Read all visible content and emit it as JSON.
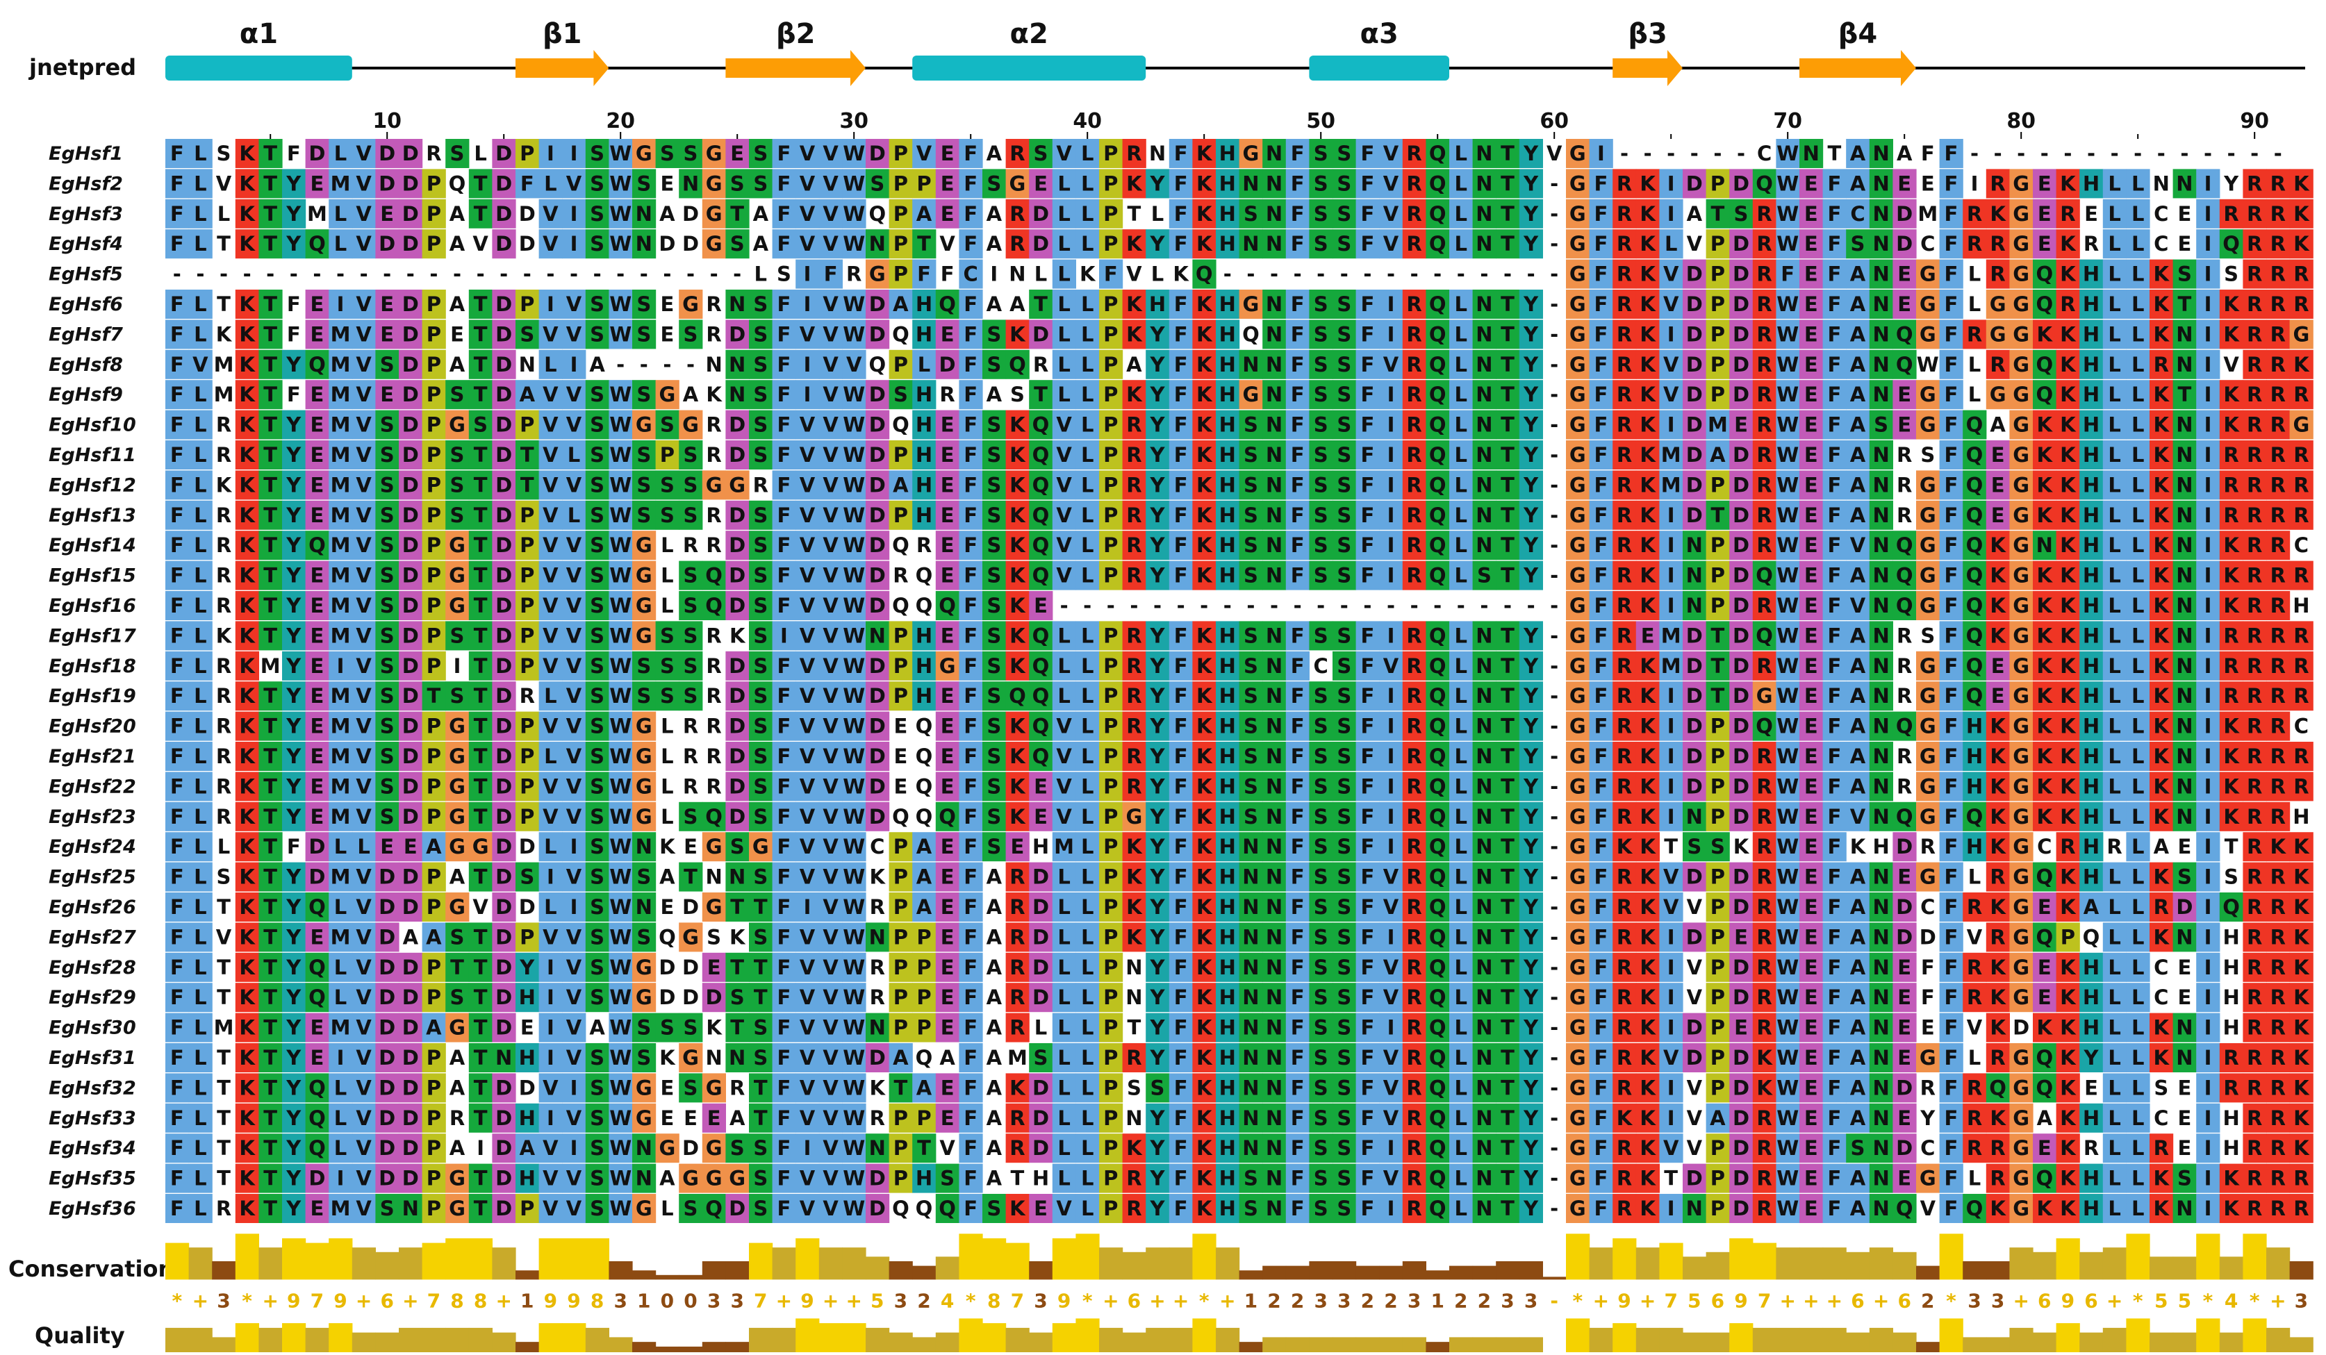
{
  "tracks": {
    "jnetpred": "jnetpred",
    "conservation": "Conservation",
    "quality": "Quality"
  },
  "secondary_structure": [
    {
      "type": "helix",
      "label": "α1",
      "start": 1,
      "end": 8
    },
    {
      "type": "strand",
      "label": "β1",
      "start": 16,
      "end": 19
    },
    {
      "type": "strand",
      "label": "β2",
      "start": 25,
      "end": 30
    },
    {
      "type": "helix",
      "label": "α2",
      "start": 33,
      "end": 42
    },
    {
      "type": "helix",
      "label": "α3",
      "start": 50,
      "end": 55
    },
    {
      "type": "strand",
      "label": "β3",
      "start": 63,
      "end": 65
    },
    {
      "type": "strand",
      "label": "β4",
      "start": 71,
      "end": 75
    }
  ],
  "ruler": [
    "10",
    "20",
    "30",
    "40",
    "50",
    "60",
    "70",
    "80",
    "90"
  ],
  "ruler_positions": [
    10,
    20,
    30,
    40,
    50,
    60,
    70,
    80,
    90
  ],
  "sequences": [
    {
      "name": "EgHsf1",
      "seq": "FLSKTFDLVDDRSLDPIISWGSSGESFVVWDPVEFARSVLPRNFKHGNFSSFVRQLNTYVGI------CWNTANAFF--------------"
    },
    {
      "name": "EgHsf2",
      "seq": "FLVKTYEMVDDPQTDFLVSWSENGSSFVVWSPPEFSGELLPKYFKHNNFSSFVRQLNTY-GFRKIDPDQWEFANEEFIRGEKHLLNNIYRRK"
    },
    {
      "name": "EgHsf3",
      "seq": "FLLKTYMLVEDPATDDVISWNADGTAFVVWQPAEFARDLLPTLFKHSNFSSFVRQLNTY-GFRKIATSRWEFCNDMFRKGERELLCEIRRRK"
    },
    {
      "name": "EgHsf4",
      "seq": "FLTKTYQLVDDPAVDDVISWNDDGSAFVVWNPTVFARDLLPKYFKHNNFSSFVRQLNTY-GFRKLVPDRWEFSNDCFRRGEKRLLCEIQRRK"
    },
    {
      "name": "EgHsf5",
      "seq": "-------------------------LSIFRGPFFCINLLKFVLKQ---------------GFRKVDPDRFEFANEGFLRGQKHLLKSISRRR"
    },
    {
      "name": "EgHsf6",
      "seq": "FLTKTFEIVEDPATDPIVSWSEGRNSFIVWDAHQFAATLLPKHFKHGNFSSFIRQLNTY-GFRKVDPDRWEFANEGFLGGQRHLLKTIKRRR"
    },
    {
      "name": "EgHsf7",
      "seq": "FLKKTFEMVEDPETDSVVSWSESRDSFVVWDQHEFSKDLLPKYFKHQNFSSFIRQLNTY-GFRKIDPDRWEFANQGFRGGKKHLLKNIKRRG"
    },
    {
      "name": "EgHsf8",
      "seq": "FVMKTYQMVSDPATDNLIA----NNSFIVVQPLDFSQRLLPAYFKHNNFSSFVRQLNTY-GFRKVDPDRWEFANQWFLRGQKHLLRNIVRRK"
    },
    {
      "name": "EgHsf9",
      "seq": "FLMKTFEMVEDPSTDAVVSWSGAKNSFIVWDSHRFASTLLPKYFKHGNFSSFIRQLNTY-GFRKVDPDRWEFANEGFLGGQKHLLKTIKRRR"
    },
    {
      "name": "EgHsf10",
      "seq": "FLRKTYEMVSDPGSDPVVSWGSGRDSFVVWDQHEFSKQVLPRYFKHSNFSSFIRQLNTY-GFRKIDMERWEFASEGFQAGKKHLLKNIKRRG"
    },
    {
      "name": "EgHsf11",
      "seq": "FLRKTYEMVSDPSTDTVLSWSPSRDSFVVWDPHEFSKQVLPRYFKHSNFSSFIRQLNTY-GFRKMDADRWEFANRSFQEGKKHLLKNIRRRR"
    },
    {
      "name": "EgHsf12",
      "seq": "FLKKTYEMVSDPSTDTVVSWSSSGGRFVVWDAHEFSKQVLPRYFKHSNFSSFIRQLNTY-GFRKMDPDRWEFANRGFQEGKKHLLKNIRRRR"
    },
    {
      "name": "EgHsf13",
      "seq": "FLRKTYEMVSDPSTDPVLSWSSSRDSFVVWDPHEFSKQVLPRYFKHSNFSSFIRQLNTY-GFRKIDTDRWEFANRGFQEGKKHLLKNIRRRR"
    },
    {
      "name": "EgHsf14",
      "seq": "FLRKTYQMVSDPGTDPVVSWGLRRDSFVVWDQREFSKQVLPRYFKHSNFSSFIRQLNTY-GFRKINPDRWEFVNQGFQKGNKHLLKNIKRRC"
    },
    {
      "name": "EgHsf15",
      "seq": "FLRKTYEMVSDPGTDPVVSWGLSQDSFVVWDRQEFSKQVLPRYFKHSNFSSFIRQLSTY-GFRKINPDQWEFANQGFQKGKKHLLKNIKRRR"
    },
    {
      "name": "EgHsf16",
      "seq": "FLRKTYEMVSDPGTDPVVSWGLSQDSFVVWDQQQFSKE----------------------GFRKINPDRWEFVNQGFQKGKKHLLKNIKRRH"
    },
    {
      "name": "EgHsf17",
      "seq": "FLKKTYEMVSDPSTDPVVSWGSSRKSIVVWNPHEFSKQLLPRYFKHSNFSSFIRQLNTY-GFREMDTDQWEFANRSFQKGKKHLLKNIRRRR"
    },
    {
      "name": "EgHsf18",
      "seq": "FLRKMYEIVSDPITDPVVSWSSSRDSFVVWDPHGFSKQLLPRYFKHSNFCSFVRQLNTY-GFRKMDTDRWEFANRGFQEGKKHLLKNIRRRR"
    },
    {
      "name": "EgHsf19",
      "seq": "FLRKTYEMVSDTSTDRLVSWSSSRDSFVVWDPHEFSQQLLPRYFKHSNFSSFIRQLNTY-GFRKIDTDGWEFANRGFQEGKKHLLKNIRRRR"
    },
    {
      "name": "EgHsf20",
      "seq": "FLRKTYEMVSDPGTDPVVSWGLRRDSFVVWDEQEFSKQVLPRYFKHSNFSSFIRQLNTY-GFRKIDPDQWEFANQGFHKGKKHLLKNIKRRC"
    },
    {
      "name": "EgHsf21",
      "seq": "FLRKTYEMVSDPGTDPLVSWGLRRDSFVVWDEQEFSKQVLPRYFKHSNFSSFIRQLNTY-GFRKIDPDRWEFANRGFHKGKKHLLKNIKRRR"
    },
    {
      "name": "EgHsf22",
      "seq": "FLRKTYEMVSDPGTDPVVSWGLRRDSFVVWDEQEFSKEVLPRYFKHSNFSSFIRQLNTY-GFRKIDPDRWEFANRGFHKGKKHLLKNIKRRR"
    },
    {
      "name": "EgHsf23",
      "seq": "FLRKTYEMVSDPGTDPVVSWGLSQDSFVVWDQQQFSKEVLPGYFKHSNFSSFIRQLNTY-GFRKINPDRWEFVNQGFQKGKKHLLKNIKRRH"
    },
    {
      "name": "EgHsf24",
      "seq": "FLLKTFDLLEEAGGDDLISWNKEGSGFVVWCPAEFSEHMLPKYFKHNNFSSFIRQLNTY-GFKKTSSKRWEFKHDRFHKGCRHRLAEITRKK"
    },
    {
      "name": "EgHsf25",
      "seq": "FLSKTYDMVDDPATDSIVSWSATNNSFVVWKPAEFARDLLPKYFKHNNFSSFVRQLNTY-GFRKVDPDRWEFANEGFLRGQKHLLKSISRRK"
    },
    {
      "name": "EgHsf26",
      "seq": "FLTKTYQLVDDPGVDDLISWNEDGTTFIVWRPAEFARDLLPKYFKHNNFSSFVRQLNTY-GFRKVVPDRWEFANDCFRKGEKALLRDIQRRK"
    },
    {
      "name": "EgHsf27",
      "seq": "FLVKTYEMVDAASTDPVVSWSQGSKSFVVWNPPEFARDLLPKYFKHNNFSSFIRQLNTY-GFRKIDPERWEFANDDFVRGQPQLLKNIHRRK"
    },
    {
      "name": "EgHsf28",
      "seq": "FLTKTYQLVDDPTTDYIVSWGDDETTFVVWRPPEFARDLLPNYFKHNNFSSFVRQLNTY-GFRKIVPDRWEFANEFFRKGEKHLLCEIHRRK"
    },
    {
      "name": "EgHsf29",
      "seq": "FLTKTYQLVDDPSTDHIVSWGDDDSTFVVWRPPEFARDLLPNYFKHNNFSSFVRQLNTY-GFRKIVPDRWEFANEFFRKGEKHLLCEIHRRK"
    },
    {
      "name": "EgHsf30",
      "seq": "FLMKTYEMVDDAGTDEIVAWSSSKTSFVVWNPPEFARLLLPTYFKHNNFSSFIRQLNTY-GFRKIDPERWEFANEEFVKDKKHLLKNIHRRK"
    },
    {
      "name": "EgHsf31",
      "seq": "FLTKTYEIVDDPATNHIVSWSKGNNSFVVWDAQAFAMSLLPRYFKHNNFSSFVRQLNTY-GFRKVDPDKWEFANEGFLRGQKYLLKNIRRRK"
    },
    {
      "name": "EgHsf32",
      "seq": "FLTKTYQLVDDPATDDVISWGESGRTFVVWKTAEFAKDLLPSSFKHNNFSSFVRQLNTY-GFRKIVPDKWEFANDRFRQGQKELLSEIRRRK"
    },
    {
      "name": "EgHsf33",
      "seq": "FLTKTYQLVDDPRTDHIVSWGEEEATFVVWRPPEFARDLLPNYFKHNNFSSFVRQLNTY-GFKKIVADRWEFANEYFRKGAKHLLCEIHRRK"
    },
    {
      "name": "EgHsf34",
      "seq": "FLTKTYQLVDDPAIDAVISWNGDGSSFIVWNPTVFARDLLPKYFKHNNFSSFIRQLNTY-GFRKVVPDRWEFSNDCFRRGEKRLLREIHRRK"
    },
    {
      "name": "EgHsf35",
      "seq": "FLTKTYDIVDDPGTDHVVSWNAGGGSFVVWDPHSFATHLLPRYFKHSNFSSFVRQLNTY-GFRKTDPDRWEFANEGFLRGQKHLLKSIKRRR"
    },
    {
      "name": "EgHsf36",
      "seq": "FLRKTYEMVSNPGTDPVVSWGLSQDSFVVWDQQQFSKEVLPRYFKHSNFSSFIRQLNTY-GFRKINPDRWEFANQVFQKGKKHLLKNIKRRR"
    }
  ],
  "conservation_scores": [
    "*",
    "+",
    "3",
    "*",
    "+",
    "9",
    "7",
    "9",
    "+",
    "6",
    "+",
    "7",
    "8",
    "8",
    "+",
    "1",
    "9",
    "9",
    "8",
    "3",
    "1",
    "0",
    "0",
    "3",
    "3",
    "7",
    "+",
    "9",
    "+",
    "+",
    "5",
    "3",
    "2",
    "4",
    "*",
    "8",
    "7",
    "3",
    "9",
    "*",
    "+",
    "6",
    "+",
    "+",
    "*",
    "+",
    "1",
    "2",
    "2",
    "3",
    "3",
    "2",
    "2",
    "3",
    "1",
    "2",
    "2",
    "3",
    "3",
    "-",
    "*",
    "+",
    "9",
    "+",
    "7",
    "5",
    "6",
    "9",
    "7",
    "+",
    "+",
    "+",
    "6",
    "+",
    "6",
    "2",
    "*",
    "3",
    "3",
    "+",
    "6",
    "9",
    "6",
    "+",
    "*",
    "5",
    "5",
    "*",
    "4",
    "*",
    "+",
    "3"
  ],
  "conservation_levels": [
    8,
    7,
    4,
    10,
    7,
    9,
    8,
    9,
    7,
    6,
    7,
    8,
    9,
    9,
    7,
    2,
    9,
    9,
    9,
    4,
    2,
    1,
    1,
    4,
    4,
    8,
    7,
    9,
    7,
    7,
    5,
    4,
    3,
    5,
    10,
    9,
    8,
    4,
    9,
    10,
    7,
    6,
    7,
    7,
    10,
    7,
    2,
    3,
    3,
    4,
    4,
    3,
    3,
    4,
    2,
    3,
    3,
    4,
    4,
    0,
    10,
    7,
    9,
    7,
    8,
    5,
    6,
    9,
    8,
    7,
    7,
    7,
    6,
    7,
    6,
    3,
    10,
    4,
    4,
    7,
    6,
    9,
    6,
    7,
    10,
    5,
    5,
    10,
    5,
    10,
    7,
    4
  ],
  "quality_levels": [
    6,
    6,
    4,
    7,
    6,
    7,
    6,
    7,
    5,
    5,
    6,
    6,
    6,
    6,
    5,
    3,
    7,
    7,
    6,
    4,
    3,
    2,
    2,
    3,
    3,
    6,
    6,
    8,
    7,
    7,
    6,
    5,
    4,
    5,
    8,
    7,
    6,
    5,
    7,
    8,
    6,
    5,
    6,
    6,
    8,
    6,
    3,
    4,
    4,
    4,
    4,
    4,
    4,
    4,
    3,
    4,
    4,
    4,
    4,
    0,
    8,
    6,
    7,
    6,
    6,
    5,
    5,
    7,
    6,
    6,
    6,
    6,
    5,
    6,
    5,
    3,
    8,
    4,
    4,
    6,
    5,
    7,
    5,
    6,
    8,
    5,
    5,
    8,
    5,
    8,
    6,
    4
  ],
  "colors": {
    "hydrophobic": "#64a7e0",
    "positive": "#ef3524",
    "negative": "#c25ab8",
    "polar": "#15a83c",
    "cysteine": "#ef8a8f",
    "glycine": "#f0914a",
    "proline": "#bdc21e",
    "aromatic": "#1aa5a7",
    "helix": "#13b8c4",
    "strand": "#fd9d05",
    "bar_high": "#f5d200",
    "bar_mid": "#c9aa2a",
    "bar_low": "#8d4b12",
    "score_text": "#e8b800"
  }
}
